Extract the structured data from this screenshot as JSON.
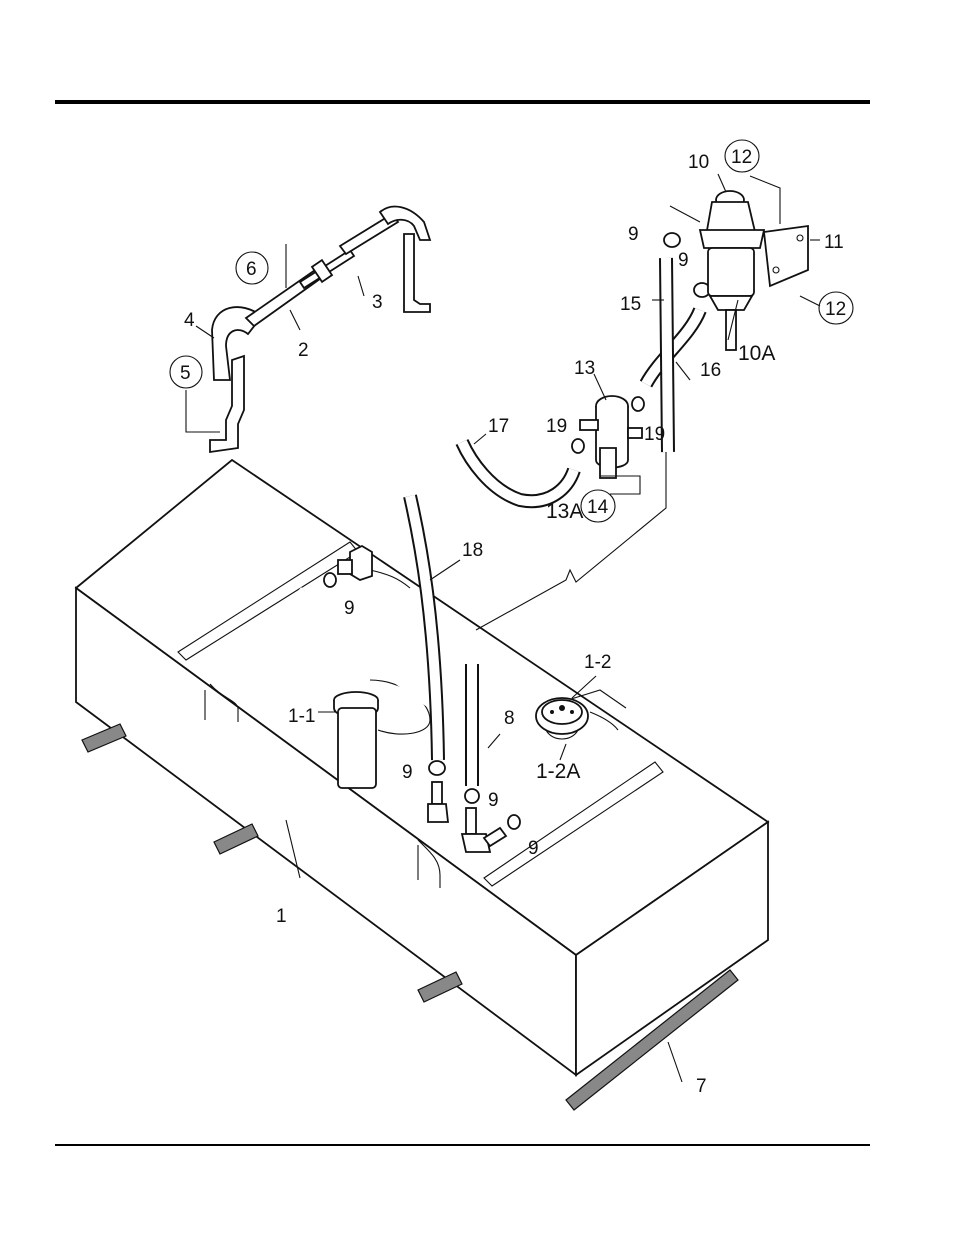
{
  "labels": {
    "l1": "1",
    "l1_1": "1-1",
    "l1_2": "1-2",
    "l1_2a": "1-2A",
    "l2": "2",
    "l3": "3",
    "l4": "4",
    "l5": "5",
    "l6": "6",
    "l7": "7",
    "l8": "8",
    "l9a": "9",
    "l9b": "9",
    "l9c": "9",
    "l9d": "9",
    "l9e": "9",
    "l9f": "9",
    "l10": "10",
    "l10a": "10A",
    "l11": "11",
    "l12a": "12",
    "l12b": "12",
    "l13": "13",
    "l13a": "13A",
    "l14": "14",
    "l15": "15",
    "l16": "16",
    "l17": "17",
    "l18": "18",
    "l19a": "19",
    "l19b": "19"
  }
}
